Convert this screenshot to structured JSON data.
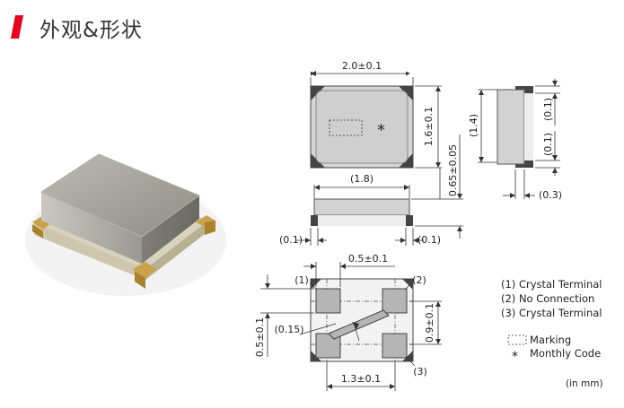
{
  "heading": {
    "title": "外观&形状",
    "accent_color": "#e8001c"
  },
  "top_view": {
    "width_dim": "2.0±0.1",
    "height_dim": "1.6±0.1",
    "marking_symbol": "*"
  },
  "side_view": {
    "top_dim": "(1.8)",
    "thickness_dim": "0.65±0.05",
    "left_dim": "(0.1)",
    "right_dim": "(0.1)"
  },
  "end_view": {
    "total_dim": "(1.4)",
    "upper_dim": "(0.1)",
    "lower_dim": "(0.1)",
    "depth_dim": "(0.3)"
  },
  "bottom_view": {
    "pad_pitch_dim": "0.5±0.1",
    "pad_height_dim": "0.5±0.1",
    "trace_width_dim": "(0.15)",
    "vertical_pitch_dim": "0.9±0.1",
    "horizontal_pitch_dim": "1.3±0.1",
    "label_1": "(1)",
    "label_2": "(2)",
    "label_3": "(3)"
  },
  "legend": {
    "items": [
      "(1) Crystal Terminal",
      "(2) No Connection",
      "(3) Crystal Terminal"
    ],
    "marking_label": "Marking",
    "monthly_symbol": "*",
    "monthly_label": "Monthly Code",
    "unit_note": "(in mm)"
  },
  "colors": {
    "body_gray": "#cccccc",
    "pad_gray": "#b5b5b5",
    "corner_dark": "#444444",
    "line": "#333333"
  }
}
